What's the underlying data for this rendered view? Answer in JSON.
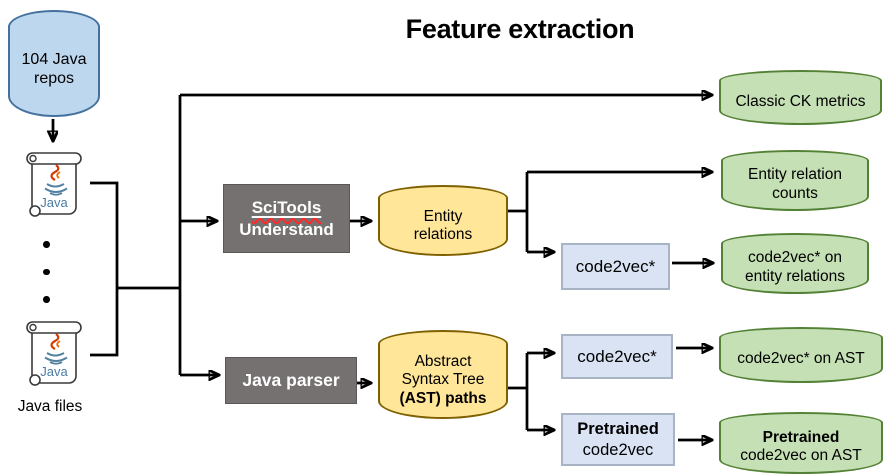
{
  "title": "Feature extraction",
  "source": {
    "repos": {
      "line1": "104 Java",
      "line2": "repos"
    },
    "java_files_label": "Java files",
    "java_logo_text": "Java"
  },
  "processors": {
    "scitools": {
      "line1": "SciTools",
      "line2": "Understand"
    },
    "java_parser": {
      "label": "Java parser"
    }
  },
  "stores": {
    "entity_relations": {
      "line1": "Entity",
      "line2": "relations"
    },
    "ast_paths": {
      "line1": "Abstract",
      "line2": "Syntax Tree",
      "line3_bold": "(AST) paths"
    }
  },
  "models": {
    "code2vec_entity": {
      "label": "code2vec*"
    },
    "code2vec_ast": {
      "label": "code2vec*"
    },
    "pretrained_code2vec": {
      "line1_bold": "Pretrained",
      "line2": "code2vec"
    }
  },
  "features": {
    "classic_ck": {
      "label": "Classic CK metrics"
    },
    "entity_relation_counts": {
      "line1": "Entity relation",
      "line2": "counts"
    },
    "code2vec_on_entity_relations": {
      "line1": "code2vec* on",
      "line2": "entity relations"
    },
    "code2vec_on_ast": {
      "label": "code2vec* on AST"
    },
    "pretrained_code2vec_on_ast": {
      "line1_bold": "Pretrained",
      "line2": "code2vec on AST"
    }
  },
  "colors": {
    "repo_cylinder_fill": "#bdd7ee",
    "repo_cylinder_stroke": "#44719e",
    "intermediate_cylinder_fill": "#ffe699",
    "intermediate_cylinder_stroke": "#7f6000",
    "feature_cylinder_fill": "#c5e0b4",
    "feature_cylinder_stroke": "#538135",
    "processor_box_fill": "#767171",
    "processor_box_text": "#ffffff",
    "model_box_fill": "#dae3f3",
    "model_box_stroke": "#a9b3c6",
    "connector": "#000000",
    "spellcheck_wavy_underline": "#ff2a2a",
    "java_logo_steam": "#e76f00",
    "java_logo_cup": "#5382a1"
  }
}
